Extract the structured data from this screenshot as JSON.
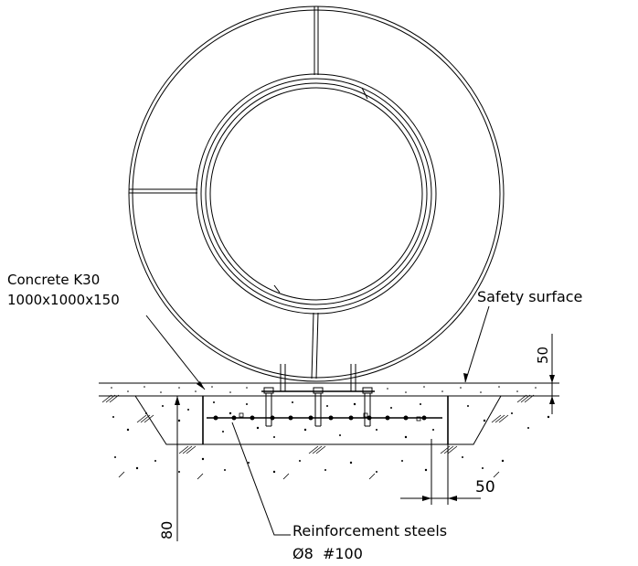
{
  "labels": {
    "concrete_line1": "Concrete K30",
    "concrete_line2": "1000x1000x150",
    "safety_surface": "Safety surface",
    "reinforcement_line1": "Reinforcement steels",
    "reinforcement_line2": "Ø8  #100"
  },
  "dimensions": {
    "surface_thickness": "50",
    "edge_offset": "50",
    "depth": "80"
  }
}
